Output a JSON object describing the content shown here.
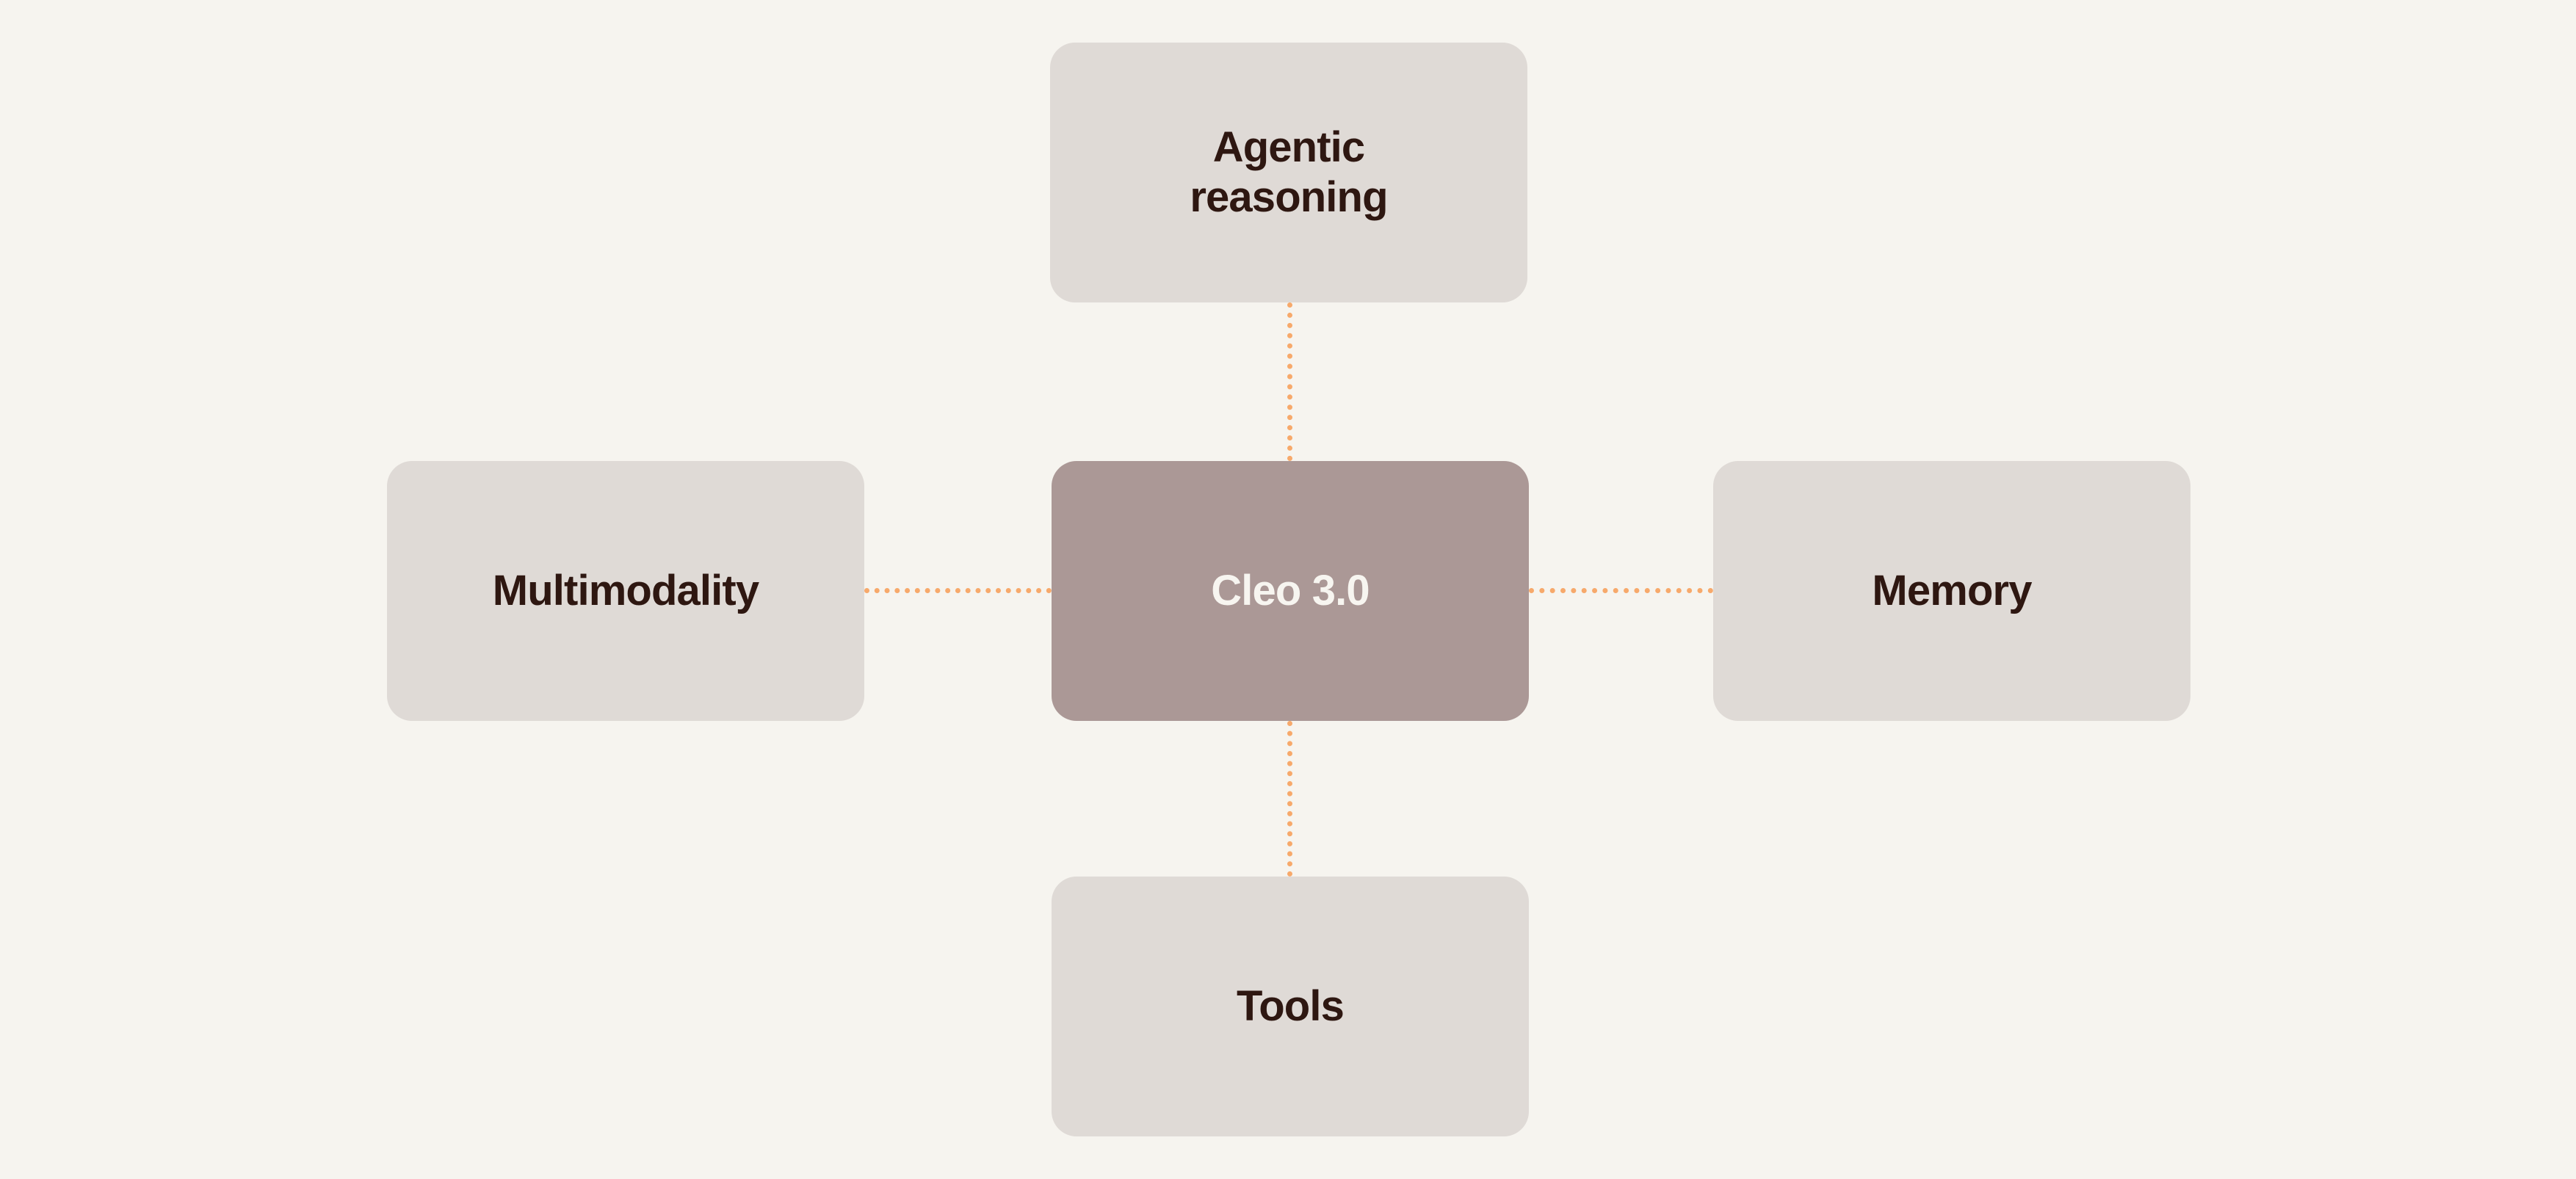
{
  "diagram": {
    "type": "hub-and-spoke",
    "background_color": "#F6F4EF",
    "center_node": {
      "id": "cleo-3-0",
      "label": "Cleo 3.0",
      "fill_color": "#AB9896",
      "text_color": "#F7F5F0"
    },
    "satellite_nodes": [
      {
        "id": "agentic-reasoning",
        "position": "top",
        "label": "Agentic\nreasoning",
        "fill_color": "#DFDAD6",
        "text_color": "#2E1711"
      },
      {
        "id": "multimodality",
        "position": "left",
        "label": "Multimodality",
        "fill_color": "#DFDAD6",
        "text_color": "#2E1711"
      },
      {
        "id": "memory",
        "position": "right",
        "label": "Memory",
        "fill_color": "#DFDAD6",
        "text_color": "#2E1711"
      },
      {
        "id": "tools",
        "position": "bottom",
        "label": "Tools",
        "fill_color": "#DFDAD6",
        "text_color": "#2E1711"
      }
    ],
    "connectors": [
      {
        "id": "connector-center-top",
        "from": "cleo-3-0",
        "to": "agentic-reasoning",
        "style": "dotted",
        "color": "#F7A96B",
        "orientation": "vertical"
      },
      {
        "id": "connector-center-left",
        "from": "cleo-3-0",
        "to": "multimodality",
        "style": "dotted",
        "color": "#F7A96B",
        "orientation": "horizontal"
      },
      {
        "id": "connector-center-right",
        "from": "cleo-3-0",
        "to": "memory",
        "style": "dotted",
        "color": "#F7A96B",
        "orientation": "horizontal"
      },
      {
        "id": "connector-center-bottom",
        "from": "cleo-3-0",
        "to": "tools",
        "style": "dotted",
        "color": "#F7A96B",
        "orientation": "vertical"
      }
    ]
  }
}
